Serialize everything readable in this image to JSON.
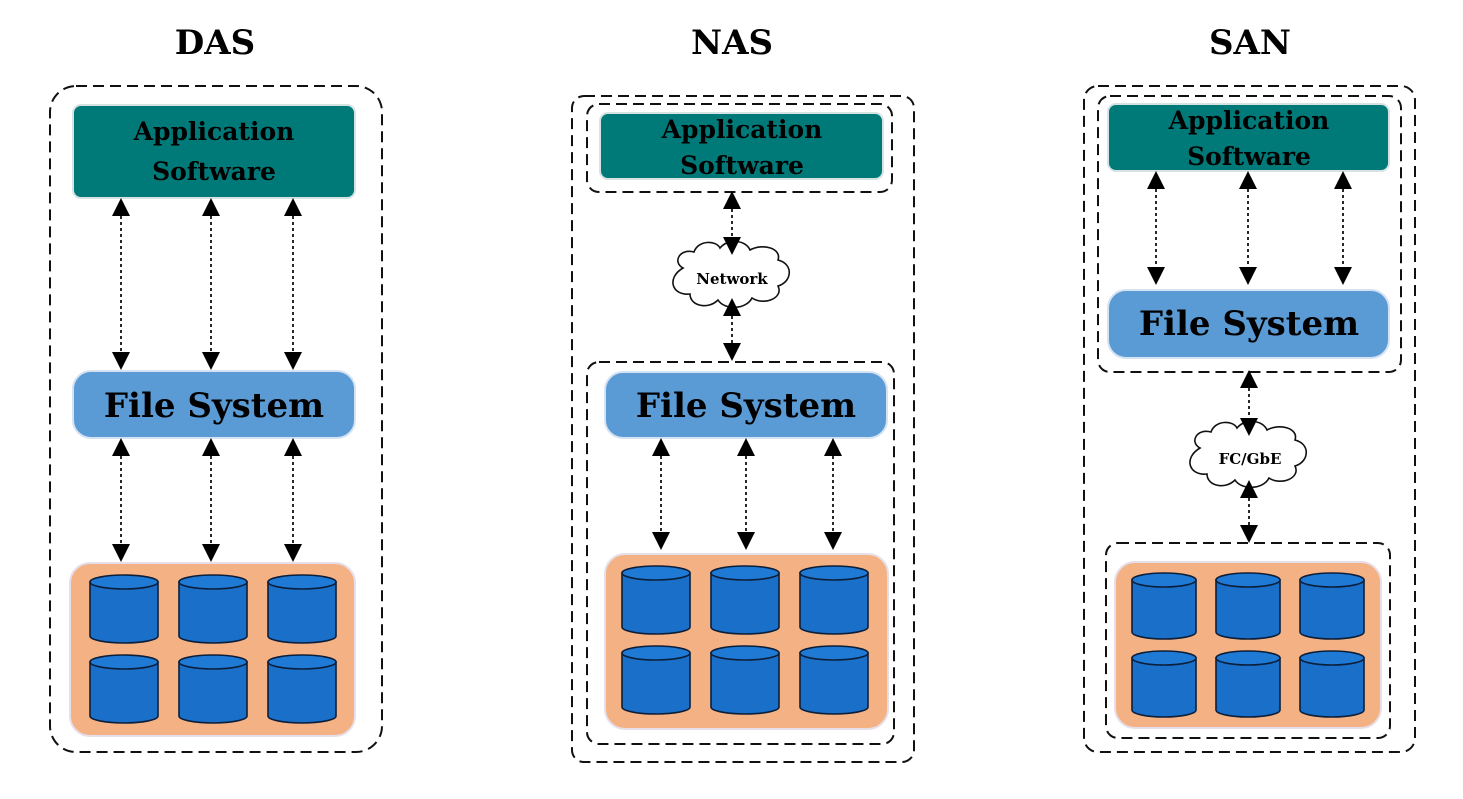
{
  "columns": [
    {
      "id": "das",
      "title": "DAS",
      "app_line1": "Application",
      "app_line2": "Software",
      "file_system": "File System",
      "network": ""
    },
    {
      "id": "nas",
      "title": "NAS",
      "app_line1": "Application",
      "app_line2": "Software",
      "file_system": "File System",
      "network": "Network"
    },
    {
      "id": "san",
      "title": "SAN",
      "app_line1": "Application",
      "app_line2": "Software",
      "file_system": "File System",
      "network": "FC/GbE"
    }
  ],
  "colors": {
    "application_box": "#007a78",
    "file_system_box": "#5b9bd5",
    "disk_panel": "#f4b183",
    "disk": "#1a6fc9"
  },
  "icons": {
    "disk": "database-cylinder-icon",
    "cloud": "cloud-icon",
    "arrow": "double-headed-dotted-arrow"
  }
}
